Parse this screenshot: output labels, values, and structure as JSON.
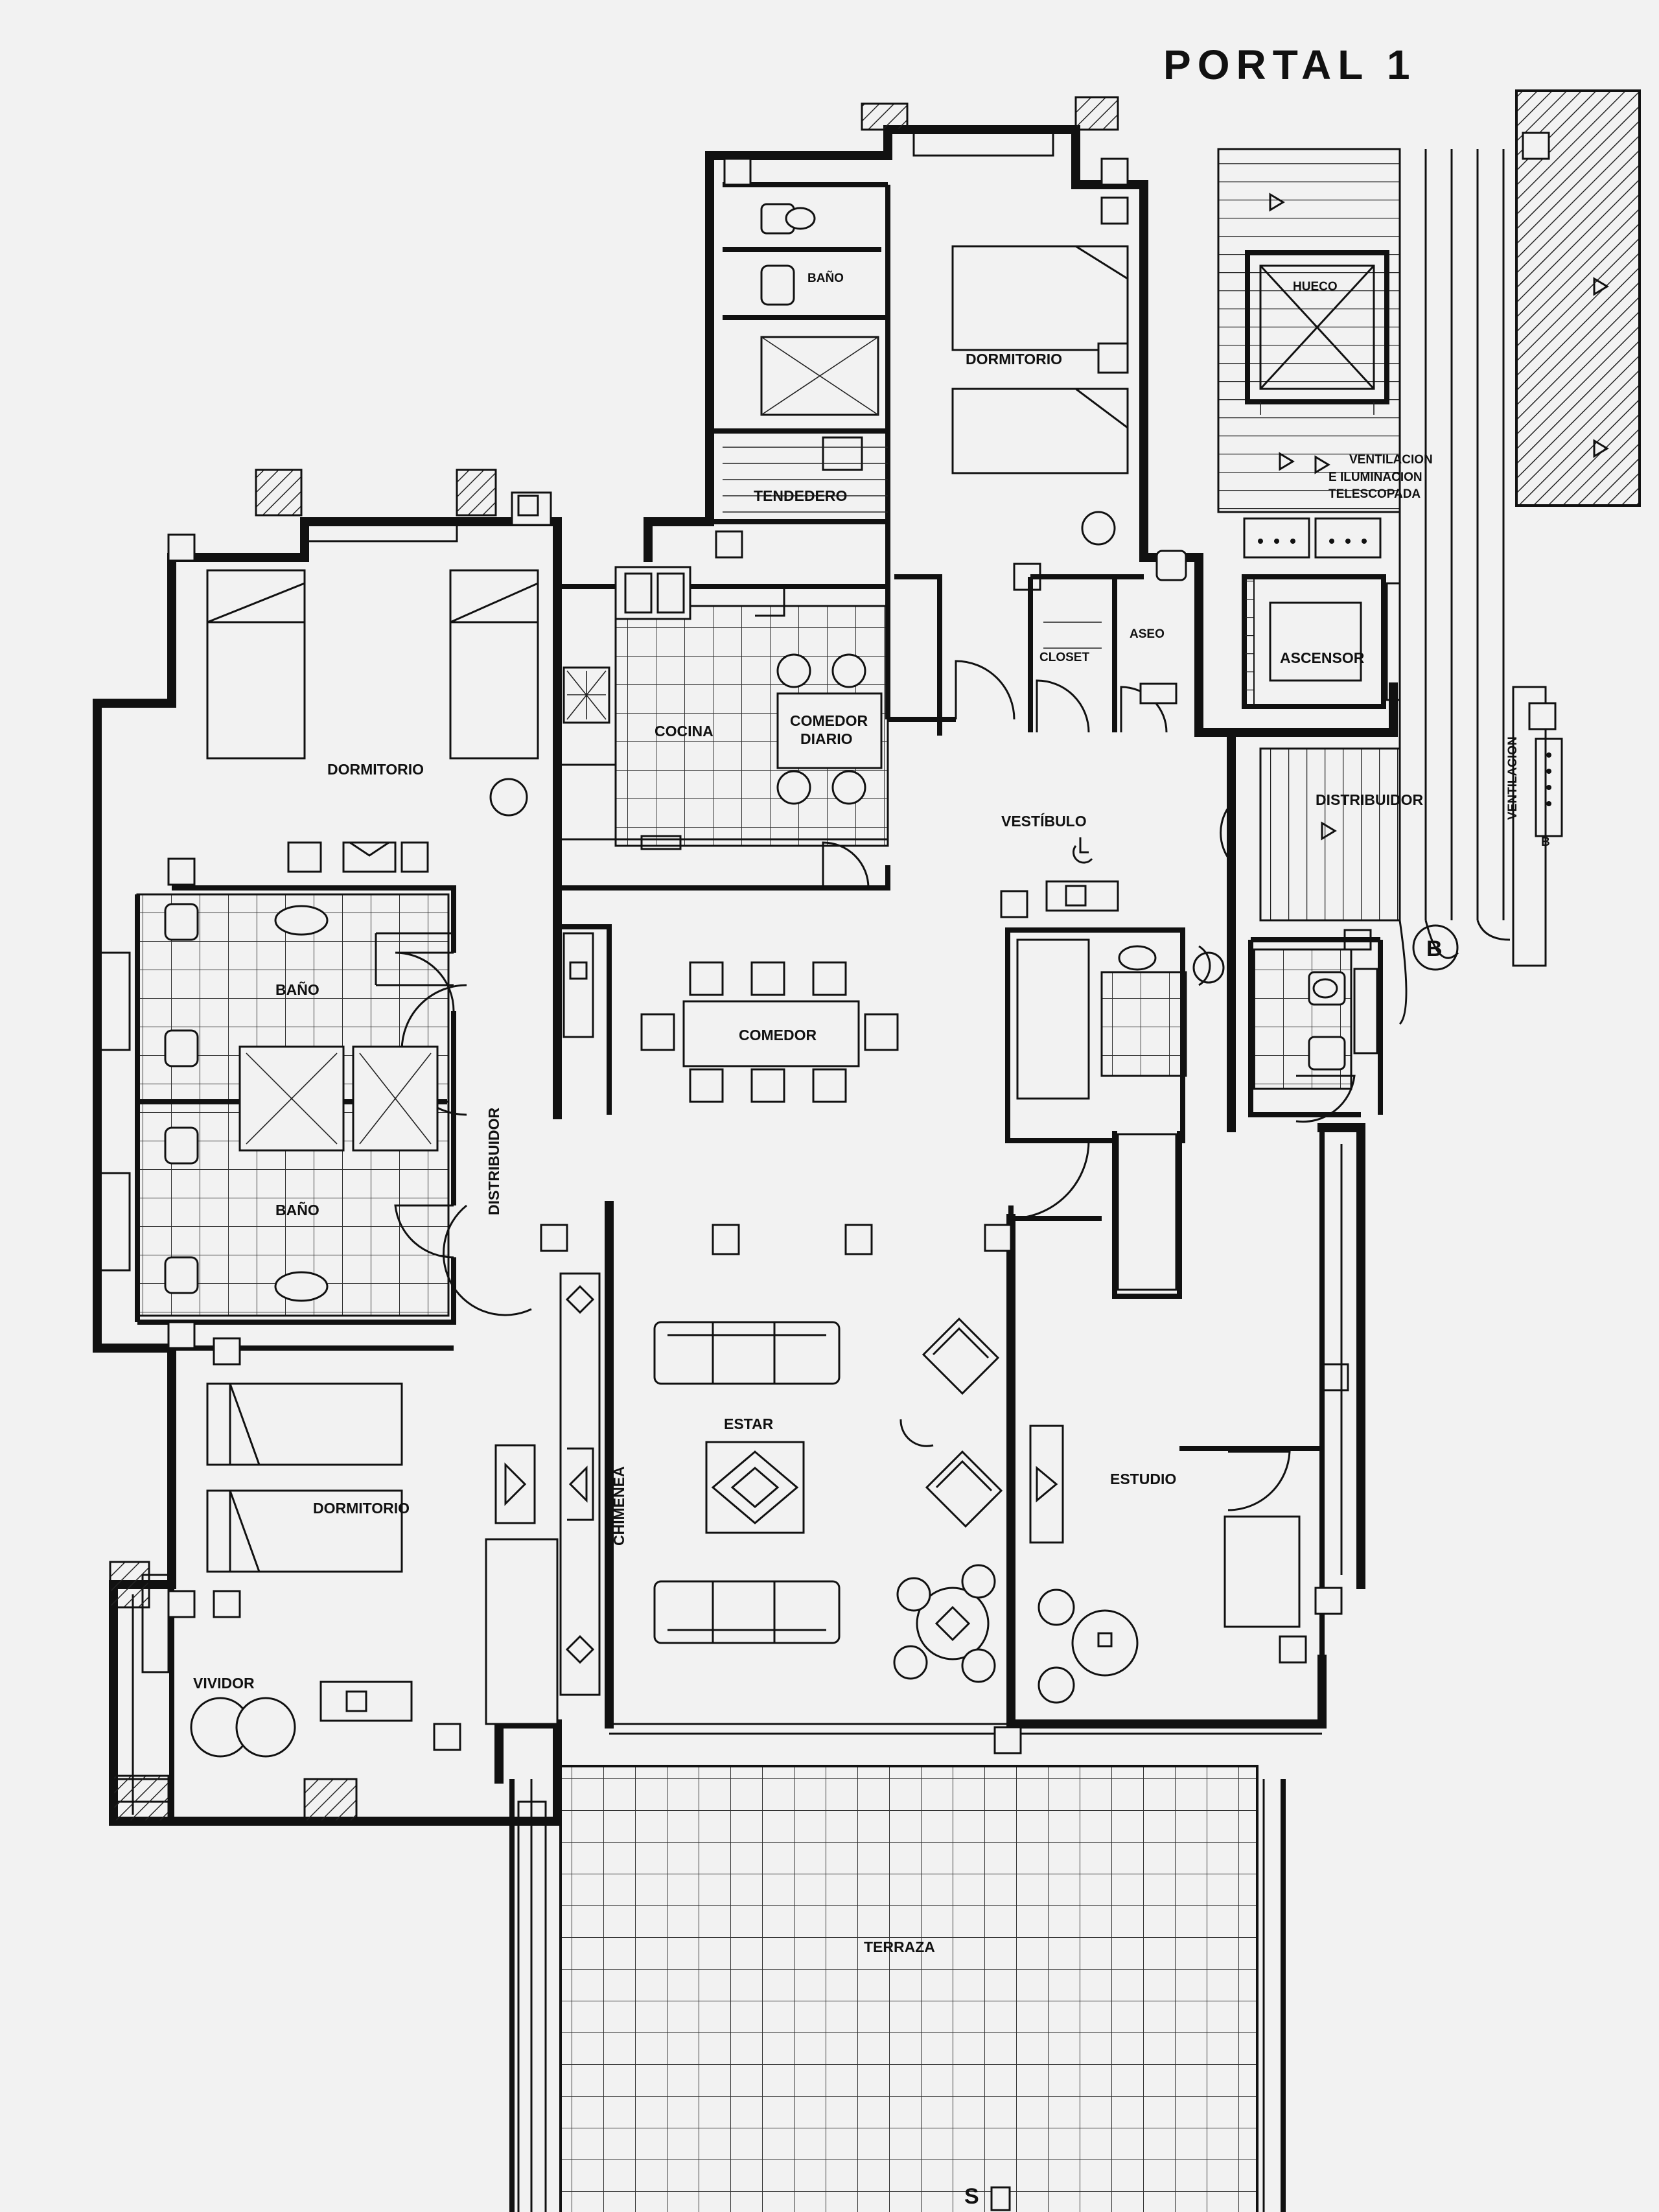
{
  "title": "PORTAL 1",
  "rooms": {
    "bano_top": "BAÑO",
    "tendedero": "TENDEDERO",
    "dormitorio_top": "DORMITORIO",
    "hueco": "HUECO",
    "ventilacion_1": "VENTILACION",
    "ventilacion_2": "E ILUMINACION",
    "ventilacion_3": "TELESCOPADA",
    "ascensor": "ASCENSOR",
    "closet": "CLOSET",
    "aseo": "ASEO",
    "cocina": "COCINA",
    "comedor_diario_1": "COMEDOR",
    "comedor_diario_2": "DIARIO",
    "dormitorio_left": "DORMITORIO",
    "vestibulo": "VESTÍBULO",
    "distribuidor_right": "DISTRIBUIDOR",
    "ventilacion_vertical": "VENTILACION",
    "bano_1": "BAÑO",
    "bano_2": "BAÑO",
    "comedor": "COMEDOR",
    "distribuidor_left": "DISTRIBUIDOR",
    "estar": "ESTAR",
    "estudio": "ESTUDIO",
    "chimenea": "CHIMENEA",
    "dormitorio_bottom": "DORMITORIO",
    "vividor": "VIVIDOR",
    "terraza": "TERRAZA"
  },
  "markers": {
    "stair_b": "B",
    "stair_b_small": "B",
    "s_mark": "S"
  },
  "colors": {
    "line": "#111111",
    "paper": "#f2f2f2"
  }
}
